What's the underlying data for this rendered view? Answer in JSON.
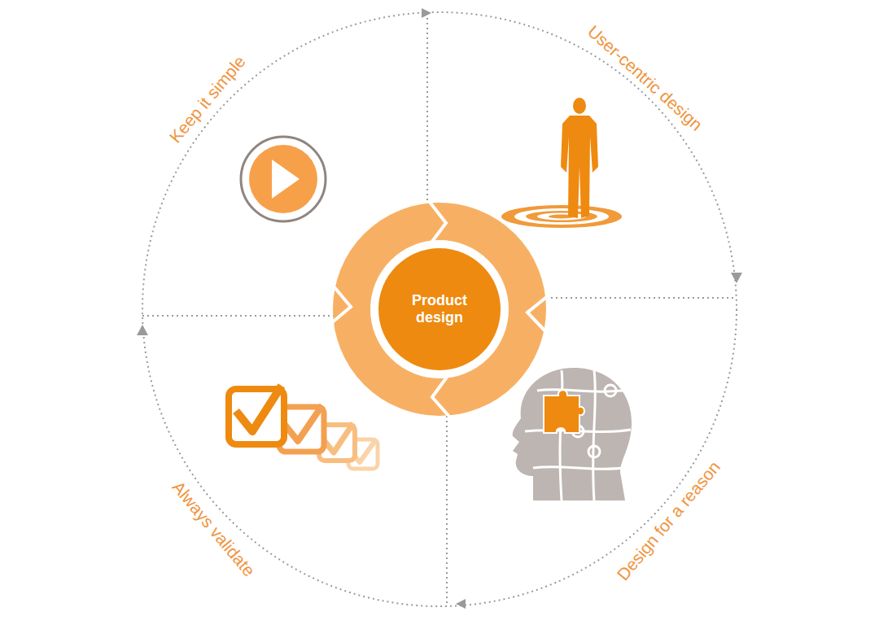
{
  "diagram": {
    "nodes": [
      {
        "text": [
          "Product design"
        ]
      }
    ],
    "labels": [
      "Keep it simple",
      "User-centric design",
      "Design for a reason",
      "Always validate"
    ]
  }
}
